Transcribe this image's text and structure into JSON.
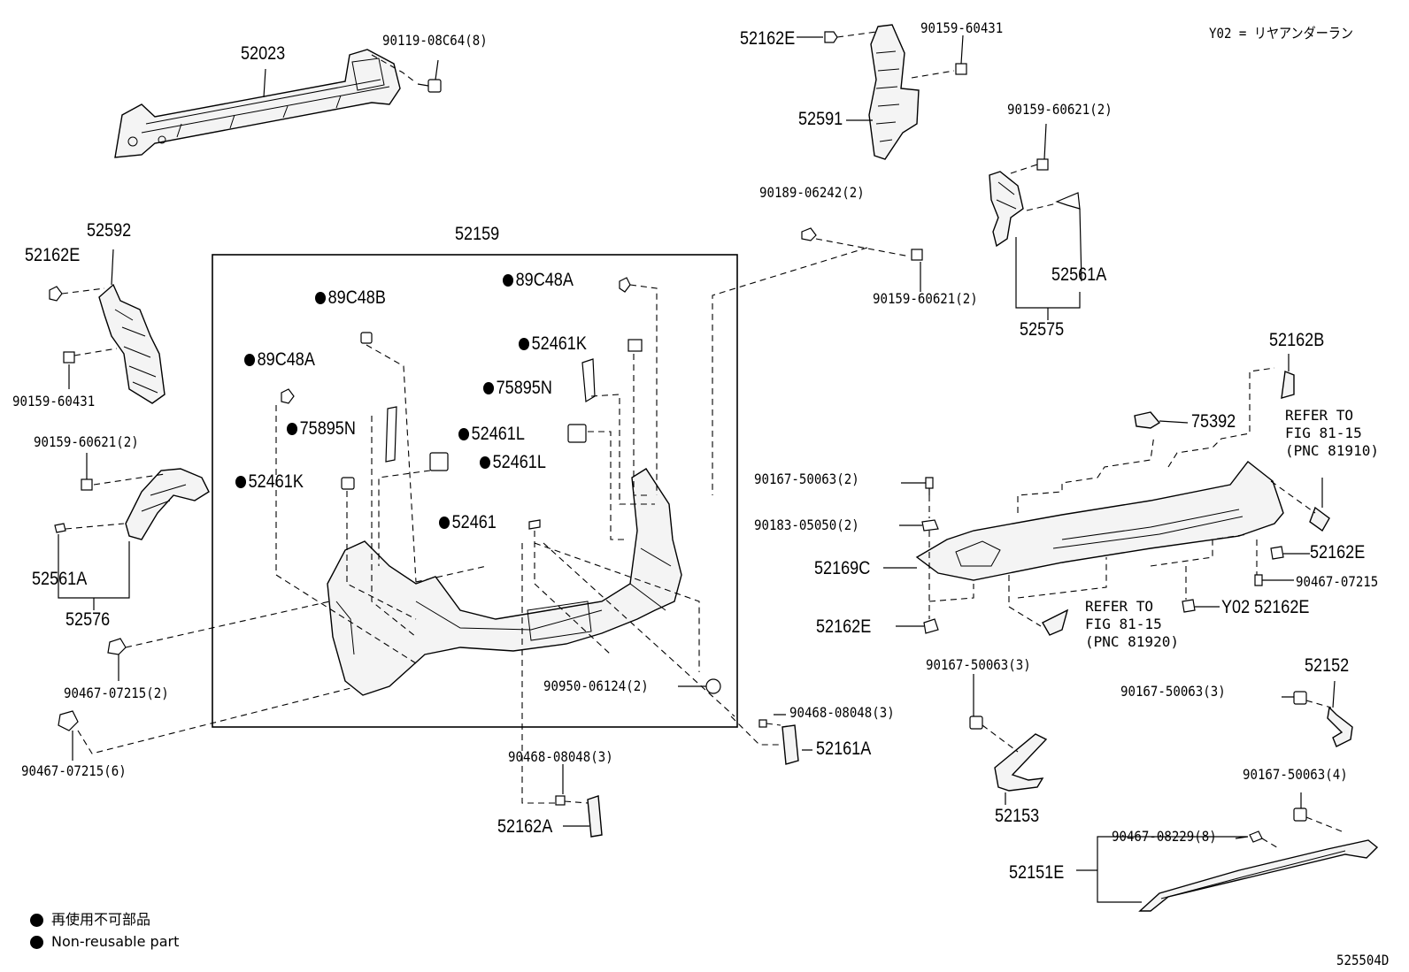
{
  "diagram": {
    "code_legend": "Y02 = リヤアンダーラン",
    "figure_id": "525504D",
    "legend": [
      {
        "text": "再使用不可部品"
      },
      {
        "text": "Non-reusable part"
      }
    ],
    "labels": {
      "p52023": "52023",
      "p90119_08C64": "90119-08C64(8)",
      "p52162E_top": "52162E",
      "p90159_60431_top": "90159-60431",
      "p52591": "52591",
      "p90159_60621_tr": "90159-60621(2)",
      "p90189_06242": "90189-06242(2)",
      "p90159_60621_mid": "90159-60621(2)",
      "p52561A_right": "52561A",
      "p52575": "52575",
      "p52592": "52592",
      "p52162E_left": "52162E",
      "p90159_60431_left": "90159-60431",
      "p90159_60621_left": "90159-60621(2)",
      "p52561A_left": "52561A",
      "p52576": "52576",
      "p90467_07215_2": "90467-07215(2)",
      "p90467_07215_6": "90467-07215(6)",
      "p52159": "52159",
      "p89C48A_top": "89C48A",
      "p89C48B": "89C48B",
      "p52461K_top": "52461K",
      "p89C48A_left": "89C48A",
      "p75895N_right": "75895N",
      "p75895N_left": "75895N",
      "p52461L_right": "52461L",
      "p52461L_mid": "52461L",
      "p52461K_left": "52461K",
      "p52461": "52461",
      "p90950_06124": "90950-06124(2)",
      "p90468_08048_right": "90468-08048(3)",
      "p52161A": "52161A",
      "p90468_08048_bottom": "90468-08048(3)",
      "p52162A": "52162A",
      "p52162B": "52162B",
      "p75392": "75392",
      "p90167_50063_2": "90167-50063(2)",
      "p90183_05050": "90183-05050(2)",
      "p52169C": "52169C",
      "p52162E_r1": "52162E",
      "p90467_07215_r": "90467-07215",
      "p52162E_y02": "Y02 52162E",
      "p52162E_bl": "52162E",
      "p90167_50063_3a": "90167-50063(3)",
      "p52153": "52153",
      "p90167_50063_3b": "90167-50063(3)",
      "p52152": "52152",
      "p90167_50063_4": "90167-50063(4)",
      "p90467_08229": "90467-08229(8)",
      "p52151E": "52151E"
    },
    "refer_81910": "REFER TO\nFIG 81-15\n(PNC 81910)",
    "refer_81920": "REFER TO\nFIG 81-15\n(PNC 81920)"
  }
}
